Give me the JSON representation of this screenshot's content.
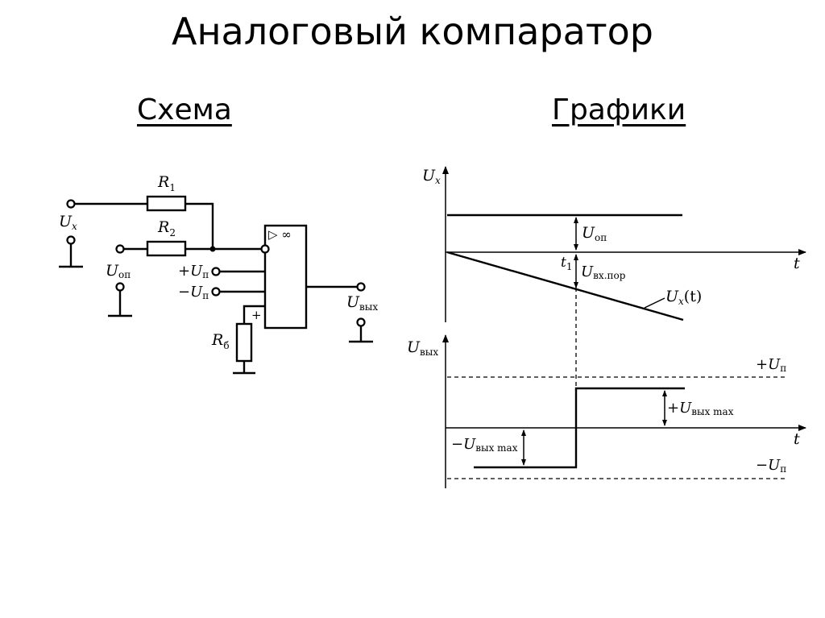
{
  "title": "Аналоговый компаратор",
  "section_scheme": "Схема",
  "section_graphs": "Графики",
  "schematic": {
    "r1": "R",
    "r1_sub": "1",
    "r2": "R",
    "r2_sub": "2",
    "ux": "U",
    "ux_sub": "x",
    "uop": "U",
    "uop_sub": "оп",
    "plus_up": "+U",
    "plus_up_sub": "п",
    "minus_up": "−U",
    "minus_up_sub": "п",
    "rb": "R",
    "rb_sub": "б",
    "uout": "U",
    "uout_sub": "вых",
    "opamp_symbol": "▷ ∞",
    "opamp_plus": "+"
  },
  "graphs": {
    "top_axis": "U",
    "top_axis_sub": "x",
    "t": "t",
    "uop": "U",
    "uop_sub": "оп",
    "t1": "t",
    "t1_sub": "1",
    "uth": "U",
    "uth_sub": "вх.пор",
    "uxt": "U",
    "uxt_sub": "x",
    "uxt_arg": "(t)",
    "bottom_axis": "U",
    "bottom_axis_sub": "вых",
    "plus_up": "+U",
    "plus_up_sub": "п",
    "minus_up": "−U",
    "minus_up_sub": "п",
    "plus_uout_max": "+U",
    "plus_uout_max_sub": "вых max",
    "minus_uout_max": "−U",
    "minus_uout_max_sub": "вых max"
  }
}
